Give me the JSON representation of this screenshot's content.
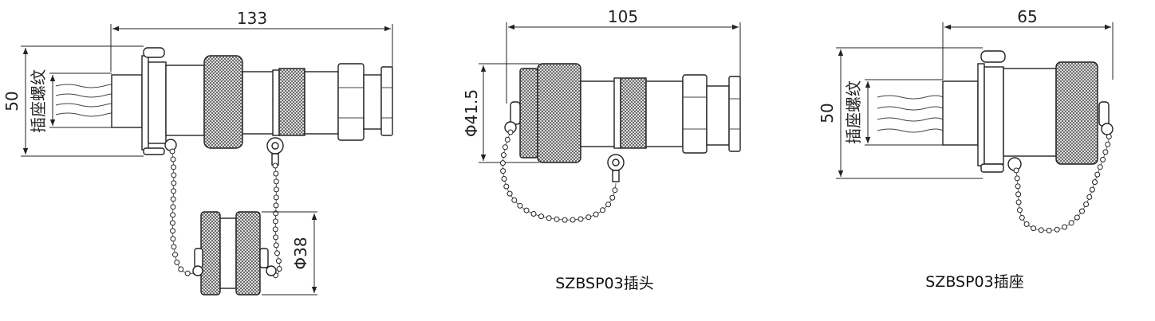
{
  "views": [
    {
      "id": "assembly",
      "dim_length": "133",
      "dim_height": "50",
      "thread_label": "插座螺纹",
      "dim_cap_dia": "Φ38"
    },
    {
      "id": "plug",
      "dim_length": "105",
      "dim_dia": "Φ41.5",
      "caption": "SZBSP03插头"
    },
    {
      "id": "socket",
      "dim_length": "65",
      "dim_height": "50",
      "thread_label": "插座螺纹",
      "caption": "SZBSP03插座"
    }
  ],
  "colors": {
    "line": "#222222",
    "knurl": "#555555",
    "background": "#ffffff"
  }
}
